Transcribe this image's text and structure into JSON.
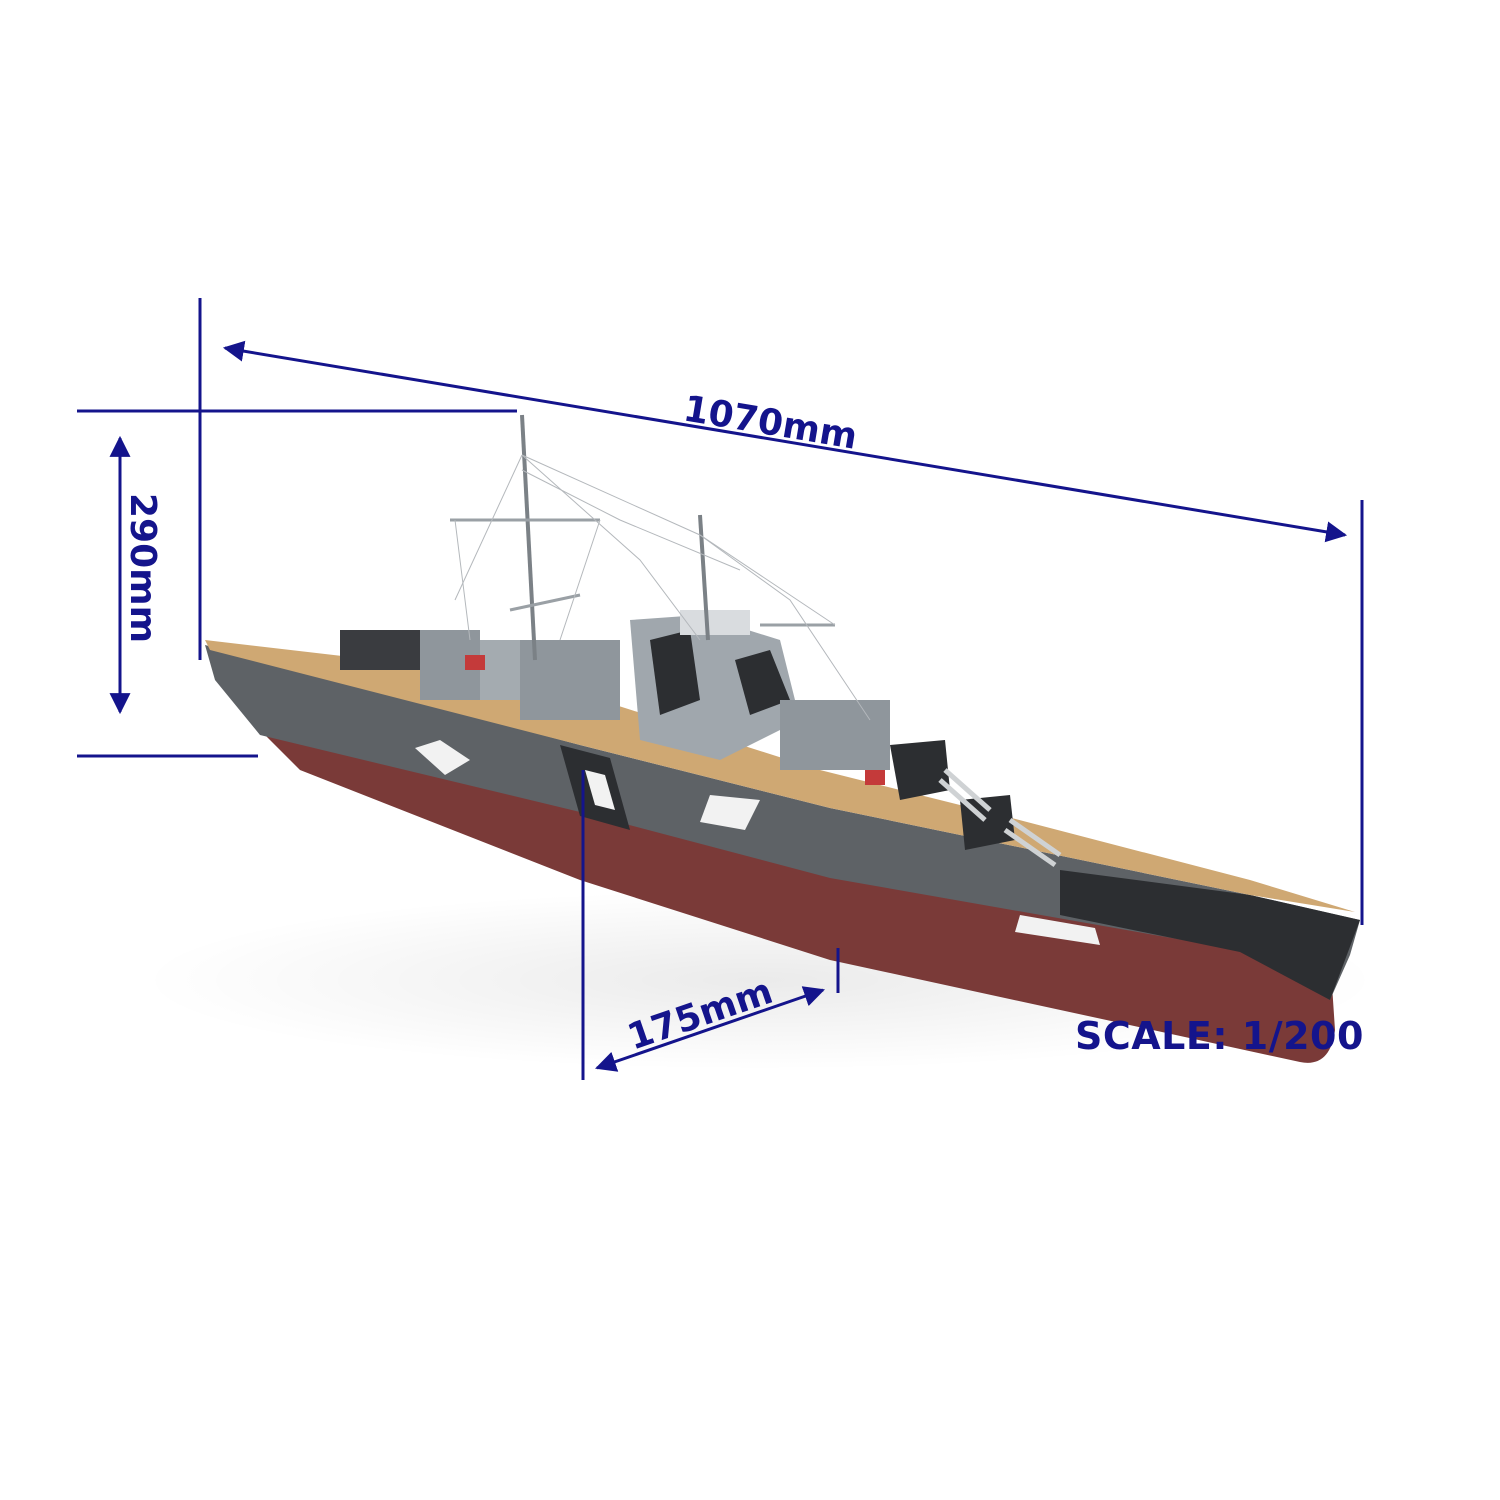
{
  "diagram": {
    "subject": "Warship model",
    "accent_color": "#14148c",
    "dimensions": {
      "length": {
        "label": "1070mm"
      },
      "height": {
        "label": "290mm"
      },
      "beam": {
        "label": "175mm"
      }
    },
    "scale": {
      "label": "SCALE: 1/200"
    }
  },
  "colors": {
    "hull_lower": "#7a3a38",
    "hull_upper": "#5e6266",
    "hull_dark": "#2c2e31",
    "deck": "#cfa873",
    "superstructure": "#8f969c",
    "camo_white": "#f2f2f2",
    "dimension_lines": "#14148c"
  }
}
